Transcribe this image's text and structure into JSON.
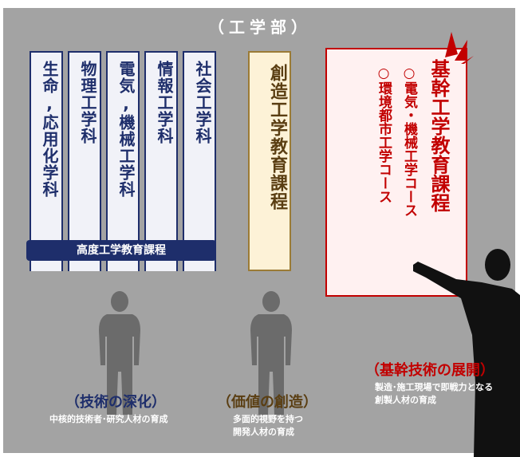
{
  "title": "（工学部）",
  "columns": [
    {
      "id": "life",
      "label": "生命,応用化学科"
    },
    {
      "id": "physics",
      "label": "物理工学科"
    },
    {
      "id": "elec_mech",
      "label": "電気,機械工学科"
    },
    {
      "id": "info",
      "label": "情報工学科"
    },
    {
      "id": "civil",
      "label": "社会工学科"
    }
  ],
  "advanced_program": "高度工学教育課程",
  "creative_program": "創造工学教育課程",
  "core_program": {
    "title": "基幹工学教育課程",
    "courses": [
      "○電気・機械工学コース",
      "○環境都市工学コース"
    ]
  },
  "captions": {
    "deepen": {
      "title": "（技術の深化）",
      "sub": "中核的技術者･研究人材の育成"
    },
    "value": {
      "title": "（価値の創造）",
      "sub1": "多面的視野を持つ",
      "sub2": "開発人材の育成"
    },
    "core": {
      "title": "（基幹技術の展開）",
      "sub1": "製造･施工現場で即戦力となる",
      "sub2": "創製人材の育成"
    }
  },
  "colors": {
    "panel": "#a3a3a3",
    "navy": "#1e2e6b",
    "red": "#c20000",
    "cream": "#fdf2d7",
    "silhouette": "#6b6b6b",
    "silhouette_dark": "#111111"
  },
  "icons": [
    "person-silhouette-icon",
    "pointing-person-silhouette-icon",
    "exclamation-spark-icon"
  ]
}
